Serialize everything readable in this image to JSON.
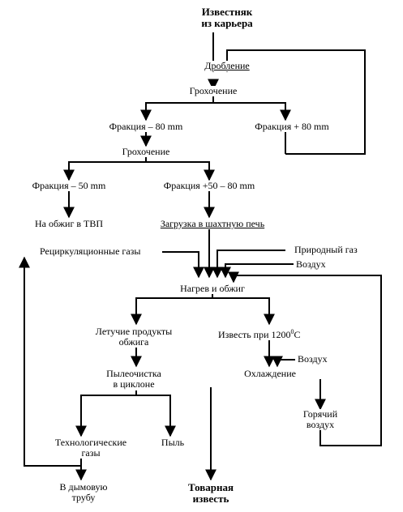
{
  "nodes": {
    "limestone": [
      "Известняк",
      "из карьера"
    ],
    "crushing": "Дробление",
    "screening1": "Грохочение",
    "fraction_minus80": "Фракция – 80 mm",
    "fraction_plus80": "Фракция + 80 mm",
    "screening2": "Грохочение",
    "fraction_minus50": "Фракция – 50 mm",
    "fraction_50_80": "Фракция +50 – 80 mm",
    "tvp_firing": "На обжиг в ТВП",
    "shaft_loading": "Загрузка в шахтную печь",
    "recirc_gases": "Рециркуляционные газы",
    "natural_gas": "Природный газ",
    "air1": "Воздух",
    "heating": "Нагрев и обжиг",
    "volatile": [
      "Летучие продукты",
      "обжига"
    ],
    "lime_1200": "Известь при 1200",
    "lime_deg": "0",
    "lime_unit": "С",
    "air2": "Воздух",
    "dust_cleaning": [
      "Пылеочистка",
      "в циклоне"
    ],
    "cooling": "Охлаждение",
    "hot_air": [
      "Горячий",
      "воздух"
    ],
    "tech_gases": [
      "Технологические",
      "газы"
    ],
    "dust": "Пыль",
    "to_chimney": [
      "В дымовую",
      "трубу"
    ],
    "product": [
      "Товарная",
      "известь"
    ]
  }
}
